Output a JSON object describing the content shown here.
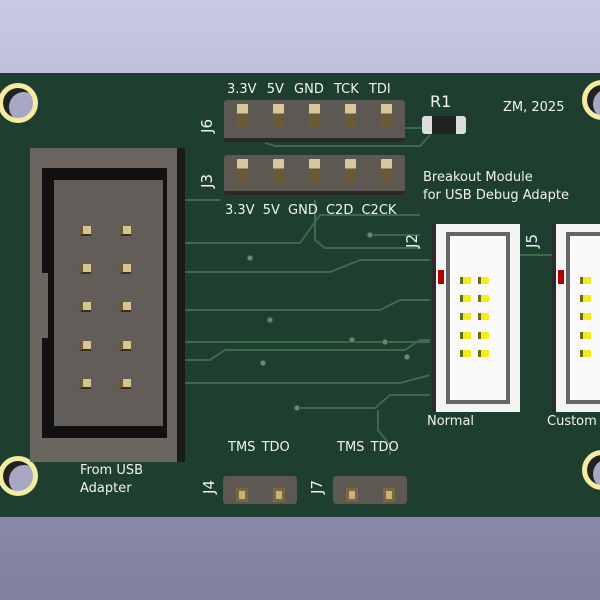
{
  "colors": {
    "board": "#1e3f2f",
    "silkscreen": "#f2f2f2",
    "background": "#a9a9c8",
    "pad_gold": "#d8c58e",
    "idc_pin": "#f0ec20"
  },
  "j6": {
    "ref": "J6",
    "pins": [
      "3.3V",
      "5V",
      "GND",
      "TCK",
      "TDI"
    ]
  },
  "j3": {
    "ref": "J3",
    "pins": [
      "3.3V",
      "5V",
      "GND",
      "C2D",
      "C2CK"
    ]
  },
  "r1": {
    "ref": "R1"
  },
  "credit": "ZM, 2025",
  "title": {
    "line1": "Breakout Module",
    "line2": "for USB Debug Adapte"
  },
  "j1": {
    "label_line1": "From USB",
    "label_line2": "Adapter"
  },
  "j2": {
    "ref": "J2",
    "label": "Normal"
  },
  "j5": {
    "ref": "J5",
    "label": "Custom"
  },
  "j4": {
    "ref": "J4",
    "pins": [
      "TMS",
      "TDO"
    ]
  },
  "j7": {
    "ref": "J7",
    "pins": [
      "TMS",
      "TDO"
    ]
  }
}
